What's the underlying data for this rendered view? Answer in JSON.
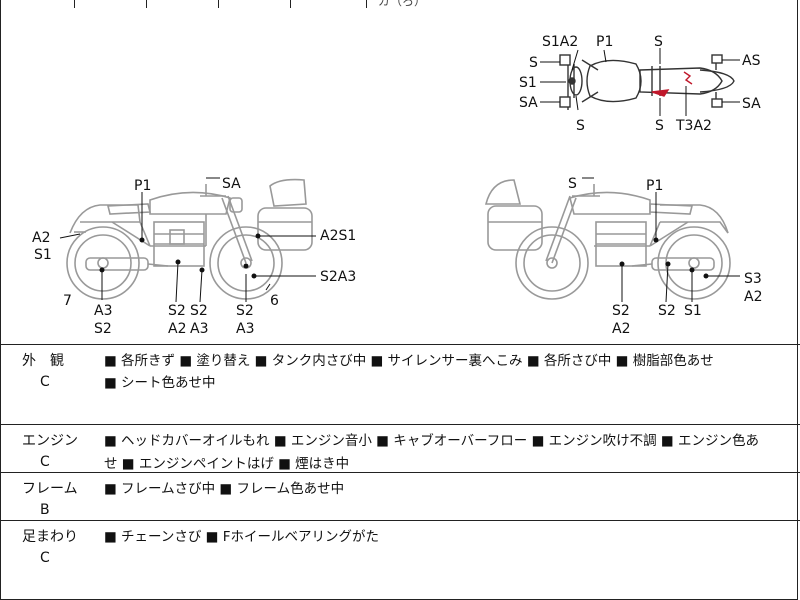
{
  "header_fragment": "ガ（ろ）",
  "diagram_labels": {
    "top_view": {
      "s1a2": "S1A2",
      "p1": "P1",
      "s_top": "S",
      "as": "AS",
      "s_left": "S",
      "s1_left": "S1",
      "sa_left": "SA",
      "sa_right": "SA",
      "s_bottom_left": "S",
      "s_bottom_mid": "S",
      "t3a2": "T3A2"
    },
    "left_view": {
      "p1": "P1",
      "sa": "SA",
      "a2": "A2",
      "s1": "S1",
      "a2s1": "A2S1",
      "s2a3": "S2A3",
      "seven": "7",
      "six": "6",
      "a3": "A3",
      "s2_a": "S2",
      "s2_b": "S2",
      "a2_b": "A2",
      "s2_c": "S2",
      "a3_c": "A3",
      "s2_d": "S2",
      "a3_d": "A3"
    },
    "right_view": {
      "s": "S",
      "p1": "P1",
      "s3": "S3",
      "a2_r": "A2",
      "s2_l": "S2",
      "a2_l": "A2",
      "s2_m": "S2",
      "s1_m": "S1"
    }
  },
  "condition_rows": [
    {
      "category": "外　観",
      "grade": "C",
      "line1": "■ 各所きず ■ 塗り替え ■ タンク内さび中 ■ サイレンサー裏へこみ ■ 各所さび中 ■ 樹脂部色あせ",
      "line2": "■ シート色あせ中"
    },
    {
      "category": "エンジン",
      "grade": "C",
      "line1": "■ ヘッドカバーオイルもれ ■ エンジン音小 ■ キャブオーバーフロー ■ エンジン吹け不調 ■ エンジン色あ",
      "line2": "せ ■ エンジンペイントはげ ■ 煙はき中"
    },
    {
      "category": "フレーム",
      "grade": "B",
      "line1": "■ フレームさび中 ■ フレーム色あせ中",
      "line2": ""
    },
    {
      "category": "足まわり",
      "grade": "C",
      "line1": "■ チェーンさび ■ Fホイールベアリングがた",
      "line2": ""
    }
  ]
}
